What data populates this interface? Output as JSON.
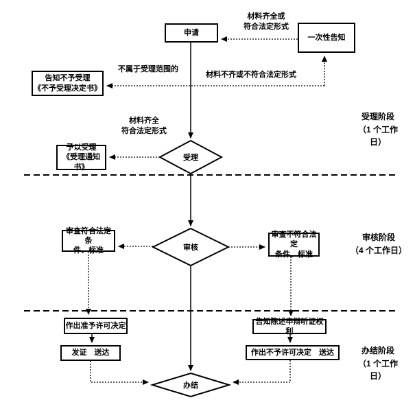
{
  "nodes": {
    "apply": {
      "label": "申请"
    },
    "one_time_notice": {
      "label": "一次性告知"
    },
    "reject_notice": {
      "label": "告知不予受理\n《不予受理决定书》"
    },
    "accept_notice": {
      "label": "予以受理\n《受理通知书》"
    },
    "accept": {
      "label": "受理"
    },
    "review": {
      "label": "审核"
    },
    "review_pass": {
      "label": "审查符合法定条\n件、标准"
    },
    "review_fail": {
      "label": "审查不符合法定\n条件、标准"
    },
    "grant_decision": {
      "label": "作出准予许可决定"
    },
    "issue_deliver": {
      "label": "发证　送达"
    },
    "hearing_rights": {
      "label": "告知陈述申辩听证权利"
    },
    "deny_decision": {
      "label": "作出不予许可决定　送达"
    },
    "finish": {
      "label": "办结"
    }
  },
  "edge_labels": {
    "complete_or_legal": "材料齐全或\n符合法定形式",
    "not_in_scope": "不属于受理范围的",
    "incomplete": "材料不齐或不符合法定形式",
    "complete_legal": "材料齐全\n符合法定形式"
  },
  "stages": {
    "accept": "受理阶段\n（1 个工作\n日）",
    "review": "审核阶段\n（4 个工作日）",
    "finish": "办结阶段\n（1 个工作\n日）"
  },
  "colors": {
    "line": "#000000",
    "background": "#ffffff",
    "text": "#000000"
  }
}
